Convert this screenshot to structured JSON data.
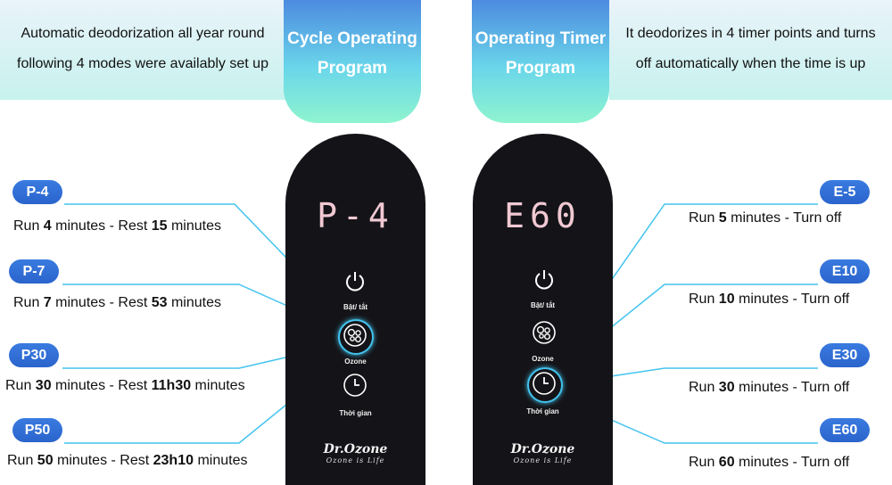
{
  "banners": {
    "left": {
      "line1": "Automatic deodorization all year round",
      "line2": "following 4 modes were availably set up"
    },
    "right": {
      "line1": "It deodorizes in 4 timer points and turns",
      "line2": "off automatically when the time is up"
    }
  },
  "tabs": {
    "cycle": {
      "line1": "Cycle Operating",
      "line2": "Program"
    },
    "timer": {
      "line1": "Operating Timer",
      "line2": "Program"
    }
  },
  "devices": {
    "cycle": {
      "display": "P-4",
      "power_label": "Bật/ tắt",
      "ozone_label": "Ozone",
      "time_label": "Thời gian",
      "brand": "Dr.Ozone",
      "tagline": "Ozone is Life"
    },
    "timer": {
      "display": "E60",
      "power_label": "Bật/ tắt",
      "ozone_label": "Ozone",
      "time_label": "Thời gian",
      "brand": "Dr.Ozone",
      "tagline": "Ozone is Life"
    }
  },
  "cycle_modes": [
    {
      "badge": "P-4",
      "run": "4",
      "rest": "15",
      "desc_pre": "Run ",
      "desc_mid": " minutes - Rest ",
      "desc_post": " minutes"
    },
    {
      "badge": "P-7",
      "run": "7",
      "rest": "53",
      "desc_pre": "Run ",
      "desc_mid": " minutes - Rest ",
      "desc_post": " minutes"
    },
    {
      "badge": "P30",
      "run": "30",
      "rest": "11h30",
      "desc_pre": "Run ",
      "desc_mid": " minutes - Rest ",
      "desc_post": " minutes"
    },
    {
      "badge": "P50",
      "run": "50",
      "rest": "23h10",
      "desc_pre": "Run ",
      "desc_mid": " minutes - Rest ",
      "desc_post": " minutes"
    }
  ],
  "timer_modes": [
    {
      "badge": "E-5",
      "run": "5",
      "desc_pre": "Run ",
      "desc_post": " minutes - Turn off"
    },
    {
      "badge": "E10",
      "run": "10",
      "desc_pre": "Run ",
      "desc_post": " minutes - Turn off"
    },
    {
      "badge": "E30",
      "run": "30",
      "desc_pre": "Run ",
      "desc_post": " minutes - Turn off"
    },
    {
      "badge": "E60",
      "run": "60",
      "desc_pre": "Run ",
      "desc_post": " minutes - Turn off"
    }
  ],
  "colors": {
    "accent_blue": "#2a6ed6",
    "line_cyan": "#43c4ee",
    "device_black": "#141418",
    "display_pink": "#f1c9d3"
  }
}
